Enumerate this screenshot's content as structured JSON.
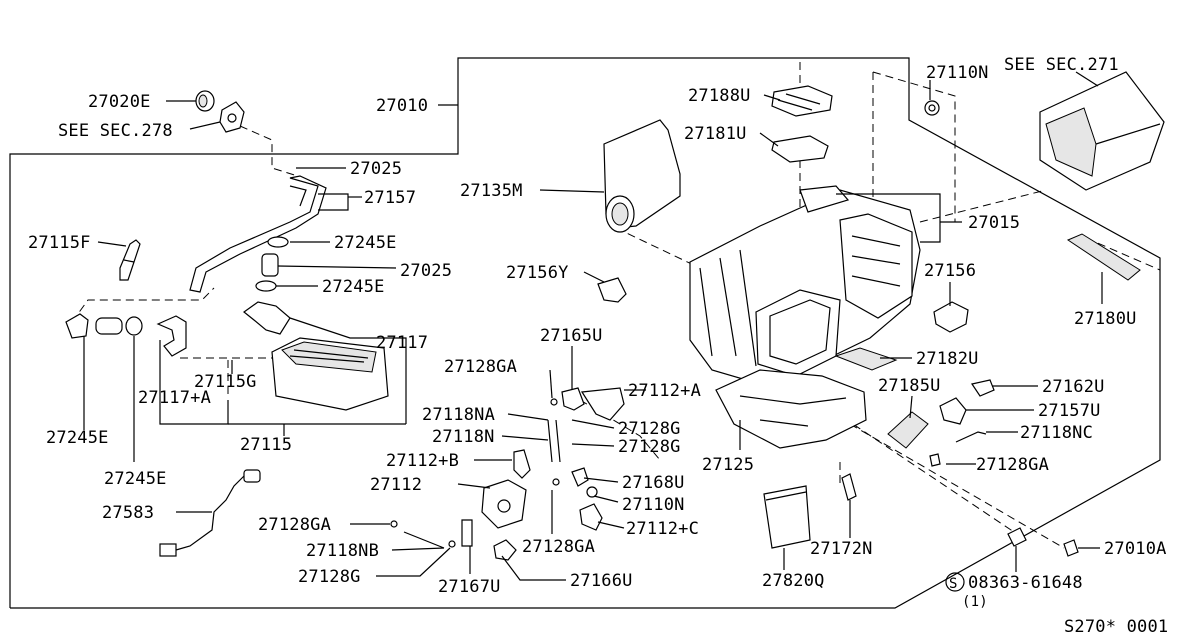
{
  "labels": {
    "p27020E": "27020E",
    "see278": "SEE SEC.278",
    "p27010": "27010",
    "p27025a": "27025",
    "p27157": "27157",
    "p27115F": "27115F",
    "p27245Ea": "27245E",
    "p27025b": "27025",
    "p27245Eb": "27245E",
    "p27117": "27117",
    "p27115G": "27115G",
    "p27117A": "27117+A",
    "p27115": "27115",
    "p27245Ec": "27245E",
    "p27245Ed": "27245E",
    "p27583": "27583",
    "p27188U": "27188U",
    "p27181U": "27181U",
    "p27135M": "27135M",
    "p27156Y": "27156Y",
    "p27110Na": "27110N",
    "see271": "SEE SEC.271",
    "p27015": "27015",
    "p27156": "27156",
    "p27180U": "27180U",
    "p27165U": "27165U",
    "p27128GAa": "27128GA",
    "p27112A": "27112+A",
    "p27182U": "27182U",
    "p27185U": "27185U",
    "p27162U": "27162U",
    "p27157U": "27157U",
    "p27118NC": "27118NC",
    "p27118NA": "27118NA",
    "p27128Ga": "27128G",
    "p27118N": "27118N",
    "p27128Gb": "27128G",
    "p27125": "27125",
    "p27112B": "27112+B",
    "p27128GAb": "27128GA",
    "p27168U": "27168U",
    "p27112": "27112",
    "p27110Nb": "27110N",
    "p27128GAc": "27128GA",
    "p27112C": "27112+C",
    "p27118NB": "27118NB",
    "p27128GAd": "27128GA",
    "p27128Gc": "27128G",
    "p27167U": "27167U",
    "p27166U": "27166U",
    "p27820Q": "27820Q",
    "p27172N": "27172N",
    "p27010A": "27010A",
    "screw": "08363-61648",
    "screwCircle": "S",
    "screwQty": "(1)",
    "code": "S270* 0001"
  }
}
